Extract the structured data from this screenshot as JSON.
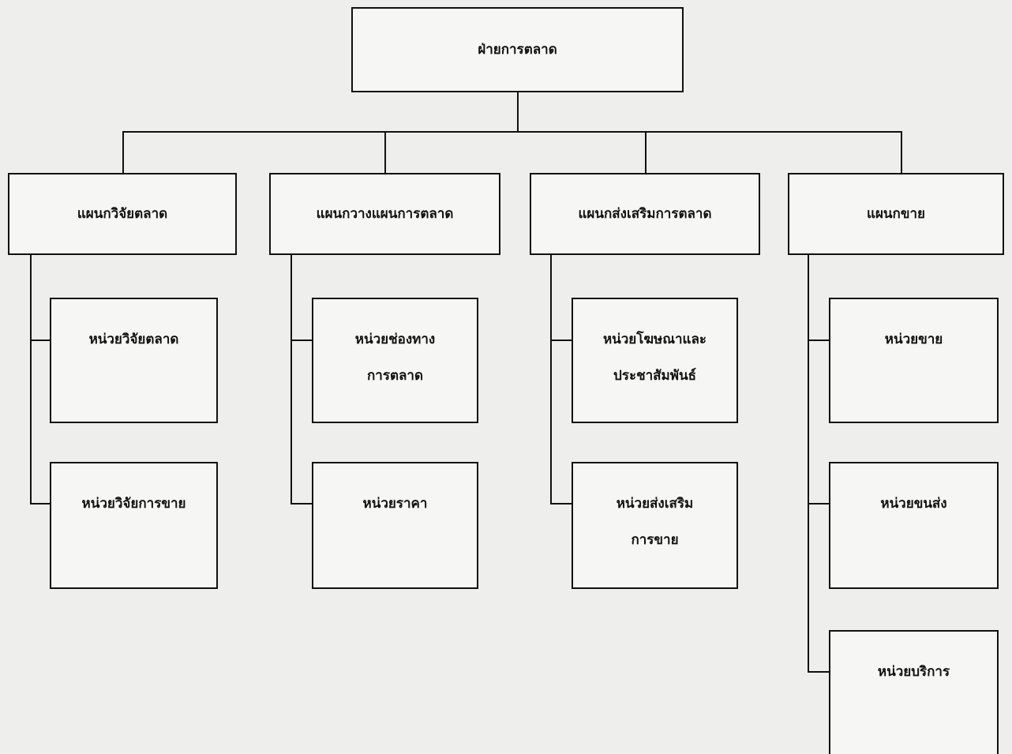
{
  "root": {
    "label": "ฝ่ายการตลาด"
  },
  "departments": [
    {
      "label": "แผนกวิจัยตลาด",
      "units": [
        {
          "lines": [
            "หน่วยวิจัยตลาด"
          ]
        },
        {
          "lines": [
            "หน่วยวิจัยการขาย"
          ]
        }
      ]
    },
    {
      "label": "แผนกวางแผนการตลาด",
      "units": [
        {
          "lines": [
            "หน่วยช่องทาง",
            "การตลาด"
          ]
        },
        {
          "lines": [
            "หน่วยราคา"
          ]
        }
      ]
    },
    {
      "label": "แผนกส่งเสริมการตลาด",
      "units": [
        {
          "lines": [
            "หน่วยโฆษณาและ",
            "ประชาสัมพันธ์"
          ]
        },
        {
          "lines": [
            "หน่วยส่งเสริม",
            "การขาย"
          ]
        }
      ]
    },
    {
      "label": "แผนกขาย",
      "units": [
        {
          "lines": [
            "หน่วยขาย"
          ]
        },
        {
          "lines": [
            "หน่วยขนส่ง"
          ]
        },
        {
          "lines": [
            "หน่วยบริการ"
          ]
        }
      ]
    }
  ]
}
